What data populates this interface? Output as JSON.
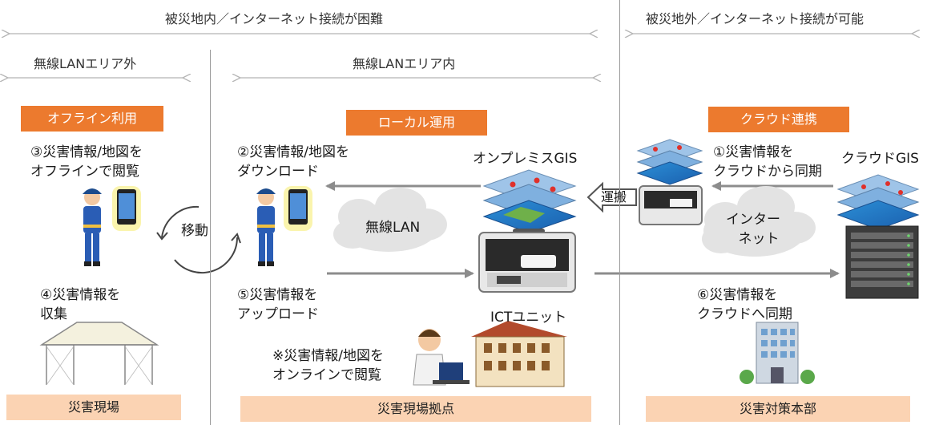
{
  "zones": {
    "inside": "被災地内／インターネット接続が困難",
    "outside": "被災地外／インターネット接続が可能",
    "lan_out": "無線LANエリア外",
    "lan_in": "無線LANエリア内"
  },
  "tags": {
    "offline": "オフライン利用",
    "local": "ローカル運用",
    "cloud": "クラウド連携"
  },
  "steps": {
    "s3": [
      "③災害情報/地図を",
      "オフラインで閲覧"
    ],
    "s2": [
      "②災害情報/地図を",
      "ダウンロード"
    ],
    "s1": [
      "①災害情報を",
      "クラウドから同期"
    ],
    "s4": [
      "④災害情報を",
      "収集"
    ],
    "s5": [
      "⑤災害情報を",
      "アップロード"
    ],
    "s6": [
      "⑥災害情報を",
      "クラウドへ同期"
    ],
    "note": [
      "※災害情報/地図を",
      "オンラインで閲覧"
    ]
  },
  "labels": {
    "move": "移動",
    "wlan": "無線LAN",
    "internet": [
      "インター",
      "ネット"
    ],
    "transport": "運搬",
    "onprem_gis": "オンプレミスGIS",
    "cloud_gis": "クラウドGIS",
    "ict_unit": "ICTユニット"
  },
  "bands": {
    "site": "災害現場",
    "base": "災害現場拠点",
    "hq": "災害対策本部"
  },
  "colors": {
    "accent": "#ec7a2e",
    "band": "#fbd3b3",
    "arrow": "#8c8c8c"
  }
}
